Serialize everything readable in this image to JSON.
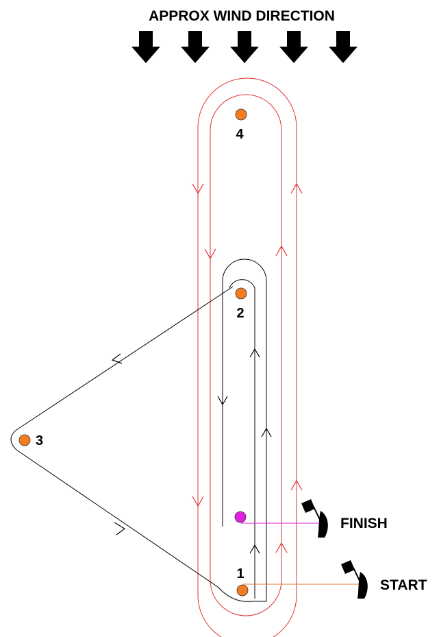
{
  "title": "APPROX WIND DIRECTION",
  "wind_arrow_count": 5,
  "marks": {
    "mark_4": "4",
    "mark_2": "2",
    "mark_3": "3",
    "mark_1": "1"
  },
  "labels": {
    "finish": "FINISH",
    "start": "START"
  },
  "colors": {
    "mark_fill": "#f47b20",
    "finish_mark_fill": "#e020e0",
    "red_course": "#e03030",
    "black_course": "#000000",
    "finish_line": "#e020e0",
    "start_line": "#e07840",
    "background": "#ffffff"
  }
}
